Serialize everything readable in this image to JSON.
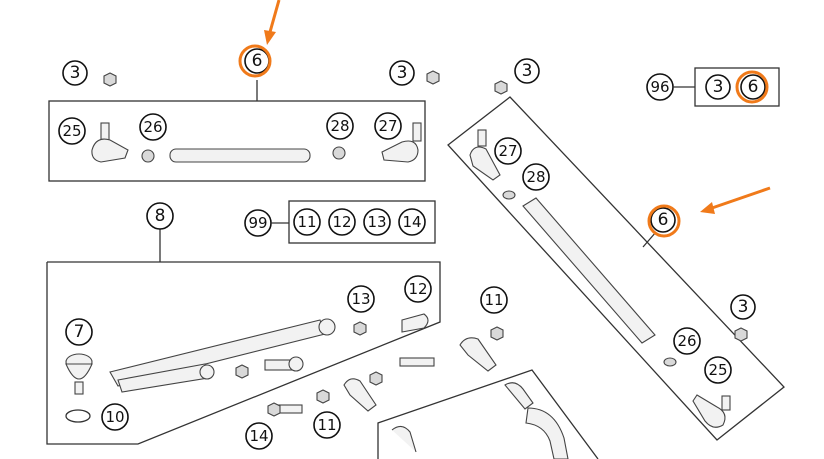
{
  "colors": {
    "highlight": "#f07a1a",
    "line": "#333333"
  },
  "callouts": {
    "c3_top_left": "3",
    "c6_top": "6",
    "c3_top_mid": "3",
    "c3_top_right": "3",
    "c25_left": "25",
    "c26_left": "26",
    "c28_left": "28",
    "c27_left": "27",
    "kit96_num": "96",
    "kit96_a": "3",
    "kit96_b": "6",
    "c27_right": "27",
    "c28_right": "28",
    "c6_right": "6",
    "c3_right_low": "3",
    "c26_right": "26",
    "c25_right": "25",
    "c8": "8",
    "kit99_num": "99",
    "kit99_a": "11",
    "kit99_b": "12",
    "kit99_c": "13",
    "kit99_d": "14",
    "c7": "7",
    "c10": "10",
    "c13": "13",
    "c12": "12",
    "c11_right": "11",
    "c14": "14",
    "c11_bottom": "11"
  }
}
